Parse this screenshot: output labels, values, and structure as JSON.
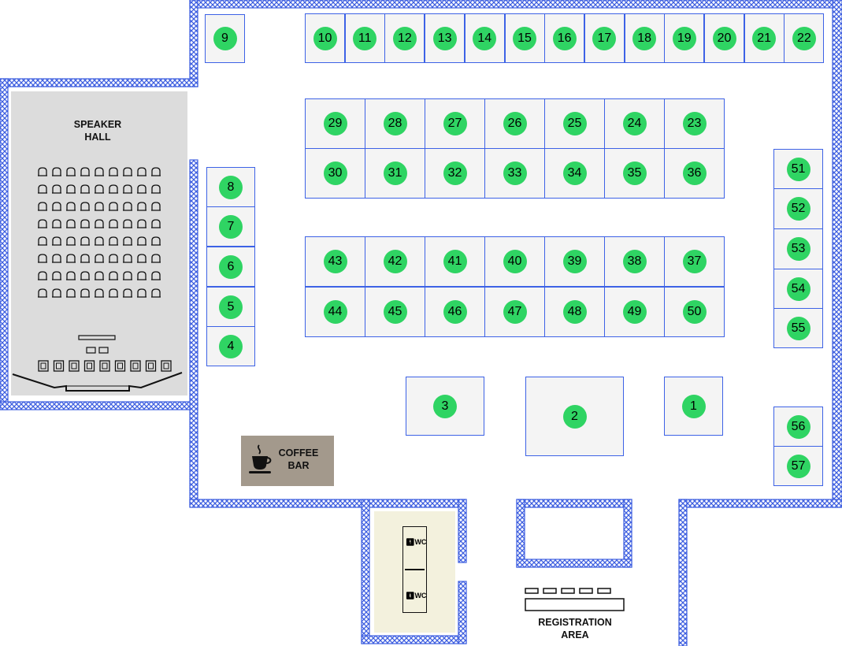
{
  "booths": [
    {
      "id": "1",
      "label": "1"
    },
    {
      "id": "2",
      "label": "2"
    },
    {
      "id": "3",
      "label": "3"
    },
    {
      "id": "4",
      "label": "4"
    },
    {
      "id": "5",
      "label": "5"
    },
    {
      "id": "6",
      "label": "6"
    },
    {
      "id": "7",
      "label": "7"
    },
    {
      "id": "8",
      "label": "8"
    },
    {
      "id": "9",
      "label": "9"
    },
    {
      "id": "10",
      "label": "10"
    },
    {
      "id": "11",
      "label": "11"
    },
    {
      "id": "12",
      "label": "12"
    },
    {
      "id": "13",
      "label": "13"
    },
    {
      "id": "14",
      "label": "14"
    },
    {
      "id": "15",
      "label": "15"
    },
    {
      "id": "16",
      "label": "16"
    },
    {
      "id": "17",
      "label": "17"
    },
    {
      "id": "18",
      "label": "18"
    },
    {
      "id": "19",
      "label": "19"
    },
    {
      "id": "20",
      "label": "20"
    },
    {
      "id": "21",
      "label": "21"
    },
    {
      "id": "22",
      "label": "22"
    },
    {
      "id": "23",
      "label": "23"
    },
    {
      "id": "24",
      "label": "24"
    },
    {
      "id": "25",
      "label": "25"
    },
    {
      "id": "26",
      "label": "26"
    },
    {
      "id": "27",
      "label": "27"
    },
    {
      "id": "28",
      "label": "28"
    },
    {
      "id": "29",
      "label": "29"
    },
    {
      "id": "30",
      "label": "30"
    },
    {
      "id": "31",
      "label": "31"
    },
    {
      "id": "32",
      "label": "32"
    },
    {
      "id": "33",
      "label": "33"
    },
    {
      "id": "34",
      "label": "34"
    },
    {
      "id": "35",
      "label": "35"
    },
    {
      "id": "36",
      "label": "36"
    },
    {
      "id": "37",
      "label": "37"
    },
    {
      "id": "38",
      "label": "38"
    },
    {
      "id": "39",
      "label": "39"
    },
    {
      "id": "40",
      "label": "40"
    },
    {
      "id": "41",
      "label": "41"
    },
    {
      "id": "42",
      "label": "42"
    },
    {
      "id": "43",
      "label": "43"
    },
    {
      "id": "44",
      "label": "44"
    },
    {
      "id": "45",
      "label": "45"
    },
    {
      "id": "46",
      "label": "46"
    },
    {
      "id": "47",
      "label": "47"
    },
    {
      "id": "48",
      "label": "48"
    },
    {
      "id": "49",
      "label": "49"
    },
    {
      "id": "50",
      "label": "50"
    },
    {
      "id": "51",
      "label": "51"
    },
    {
      "id": "52",
      "label": "52"
    },
    {
      "id": "53",
      "label": "53"
    },
    {
      "id": "54",
      "label": "54"
    },
    {
      "id": "55",
      "label": "55"
    },
    {
      "id": "56",
      "label": "56"
    },
    {
      "id": "57",
      "label": "57"
    }
  ],
  "areas": {
    "speaker_hall": {
      "line1": "SPEAKER",
      "line2": "HALL"
    },
    "coffee_bar": {
      "line1": "COFFEE",
      "line2": "BAR"
    },
    "registration": {
      "line1": "REGISTRATION",
      "line2": "AREA"
    },
    "restroom": {
      "upper": "WC",
      "lower": "WC"
    }
  },
  "icons": {
    "coffee": "coffee-cup-icon",
    "restroom": "person-icon",
    "seat": "chair-icon"
  },
  "colors": {
    "booth_marker": "#2fd463",
    "booth_border": "#3d62e6",
    "booth_fill": "#f4f4f4",
    "truss_wall": "#3d5ee0",
    "speaker_hall": "#dcdcdc",
    "coffee_bar": "#a3998c",
    "restroom": "#f3f1dd"
  }
}
